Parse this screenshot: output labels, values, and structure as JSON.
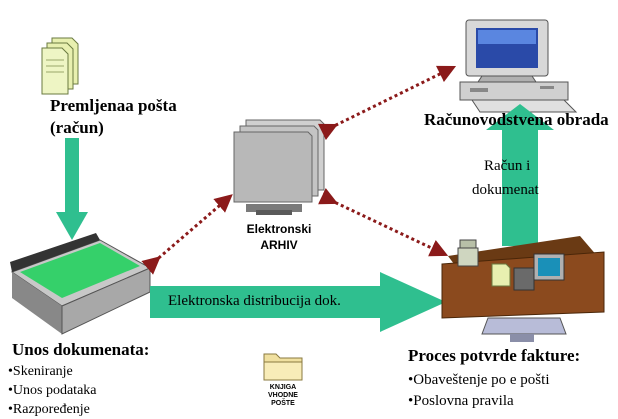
{
  "nodes": {
    "incoming_mail_title": "Premljenaa pošta",
    "incoming_mail_sub": "(račun)",
    "archive_line1": "Elektronski",
    "archive_line2": "ARHIV",
    "accounting_title": "Računovodstvena obrada",
    "folder_line1": "KNJIGA",
    "folder_line2": "VHODNE",
    "folder_line3": "POŠTE"
  },
  "labels": {
    "distribution": "Elektronska distribucija dok.",
    "invoice_doc_line1": "Račun i",
    "invoice_doc_line2": "dokumenat"
  },
  "entry": {
    "title": "Unos dokumenata:",
    "items": [
      "Skeniranje",
      "Unos podataka",
      "Razpoređenje"
    ]
  },
  "approval": {
    "title": "Proces potvrde fakture:",
    "items": [
      "Obaveštenje po e pošti",
      "Poslovna pravila"
    ]
  },
  "colors": {
    "arrow_green": "#2fbf8f",
    "dotted_red": "#8b1a1a",
    "desk_brown": "#8b4a1e",
    "archive_gray": "#b8b8b8",
    "paper_yellow": "#e8f0b0"
  }
}
